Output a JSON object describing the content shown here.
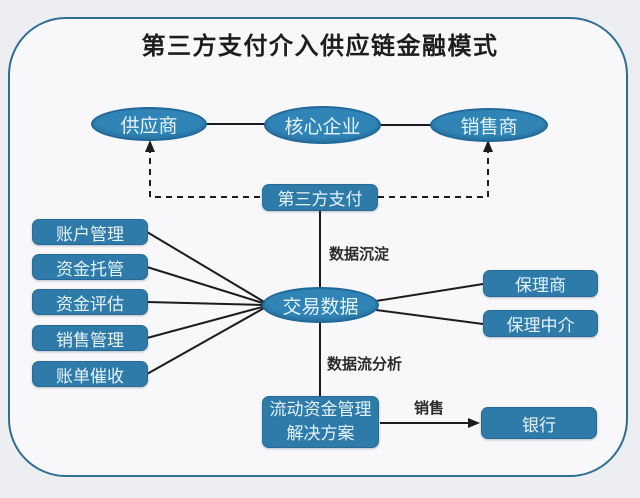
{
  "title": "第三方支付介入供应链金融模式",
  "nodes": {
    "supplier": "供应商",
    "core_enterprise": "核心企业",
    "seller": "销售商",
    "third_party_payment": "第三方支付",
    "account_management": "账户管理",
    "fund_custody": "资金托管",
    "fund_evaluation": "资金评估",
    "sales_management": "销售管理",
    "bill_collection": "账单催收",
    "transaction_data": "交易数据",
    "factor": "保理商",
    "factoring_agent": "保理中介",
    "working_capital_solution": "流动资金管理解决方案",
    "bank": "银行"
  },
  "edge_labels": {
    "data_deposit": "数据沉淀",
    "data_flow_analysis": "数据流分析",
    "sales": "销售"
  },
  "edges": [
    {
      "from": "supplier",
      "to": "core_enterprise",
      "style": "solid"
    },
    {
      "from": "core_enterprise",
      "to": "seller",
      "style": "solid"
    },
    {
      "from": "third_party_payment",
      "to": "supplier",
      "style": "dashed-arrow"
    },
    {
      "from": "third_party_payment",
      "to": "seller",
      "style": "dashed-arrow"
    },
    {
      "from": "third_party_payment",
      "to": "transaction_data",
      "style": "solid",
      "label": "数据沉淀"
    },
    {
      "from": "account_management",
      "to": "transaction_data",
      "style": "solid"
    },
    {
      "from": "fund_custody",
      "to": "transaction_data",
      "style": "solid"
    },
    {
      "from": "fund_evaluation",
      "to": "transaction_data",
      "style": "solid"
    },
    {
      "from": "sales_management",
      "to": "transaction_data",
      "style": "solid"
    },
    {
      "from": "bill_collection",
      "to": "transaction_data",
      "style": "solid"
    },
    {
      "from": "transaction_data",
      "to": "factor",
      "style": "solid"
    },
    {
      "from": "transaction_data",
      "to": "factoring_agent",
      "style": "solid"
    },
    {
      "from": "transaction_data",
      "to": "working_capital_solution",
      "style": "solid",
      "label": "数据流分析"
    },
    {
      "from": "working_capital_solution",
      "to": "bank",
      "style": "solid-arrow",
      "label": "销售"
    }
  ],
  "colors": {
    "panel_border": "#2e6d94",
    "panel_background": "#f8f8fb",
    "outer_background": "#eceef1",
    "ellipse_fill": "#3084b6",
    "box_fill": "#2e7ba9",
    "node_text": "#e7f3fa",
    "line": "#1c1c1c",
    "title_text": "#1d1d1f"
  }
}
